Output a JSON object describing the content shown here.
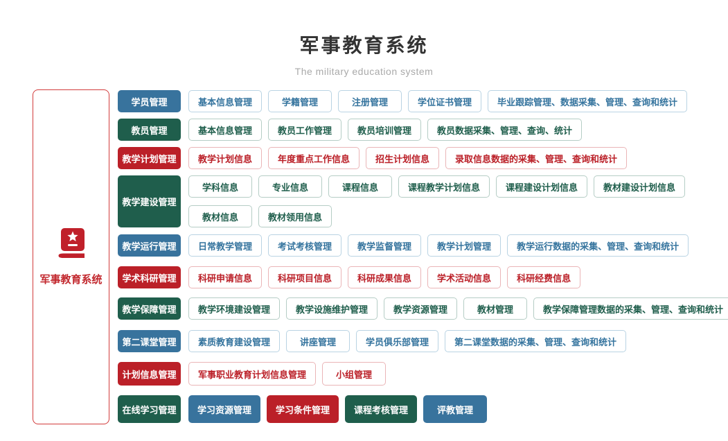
{
  "page": {
    "title": "军事教育系统",
    "subtitle": "The military education system"
  },
  "sidebar": {
    "label": "军事教育系统",
    "icon": "book-star-icon"
  },
  "colors": {
    "brand_red": "#c0202a",
    "blue": {
      "fill": "#38739d",
      "border": "#b9d3e3",
      "text": "#35749e"
    },
    "green": {
      "fill": "#1f5e4c",
      "border": "#b5cdc5",
      "text": "#1f5e4c"
    },
    "red": {
      "fill": "#bb2028",
      "border": "#eab5b7",
      "text": "#bb2028"
    }
  },
  "rows": [
    {
      "id": "student-management",
      "category": "学员管理",
      "color": "blue",
      "lines": [
        [
          "基本信息管理",
          "学籍管理",
          "注册管理",
          "学位证书管理",
          "毕业跟踪管理、数据采集、管理、查询和统计"
        ]
      ]
    },
    {
      "id": "faculty-management",
      "category": "教员管理",
      "color": "green",
      "lines": [
        [
          "基本信息管理",
          "教员工作管理",
          "教员培训管理",
          "教员数据采集、管理、查询、统计"
        ]
      ]
    },
    {
      "id": "teaching-plan-management",
      "category": "教学计划管理",
      "color": "red",
      "lines": [
        [
          "教学计划信息",
          "年度重点工作信息",
          "招生计划信息",
          "录取信息数据的采集、管理、查询和统计"
        ]
      ]
    },
    {
      "id": "teaching-construction-management",
      "category": "教学建设管理",
      "color": "green",
      "lines": [
        [
          "学科信息",
          "专业信息",
          "课程信息",
          "课程教学计划信息",
          "课程建设计划信息",
          "教材建设计划信息"
        ],
        [
          "教材信息",
          "教材领用信息"
        ]
      ]
    },
    {
      "id": "teaching-operation-management",
      "category": "教学运行管理",
      "color": "blue",
      "lines": [
        [
          "日常教学管理",
          "考试考核管理",
          "教学监督管理",
          "教学计划管理",
          "教学运行数据的采集、管理、查询和统计"
        ]
      ]
    },
    {
      "id": "academic-research-management",
      "category": "学术科研管理",
      "color": "red",
      "lines": [
        [
          "科研申请信息",
          "科研项目信息",
          "科研成果信息",
          "学术活动信息",
          "科研经费信息"
        ]
      ]
    },
    {
      "id": "teaching-support-management",
      "category": "教学保障管理",
      "color": "green",
      "lines": [
        [
          "教学环境建设管理",
          "教学设施维护管理",
          "教学资源管理",
          "教材管理",
          "教学保障管理数据的采集、管理、查询和统计"
        ]
      ]
    },
    {
      "id": "second-classroom-management",
      "category": "第二课堂管理",
      "color": "blue",
      "lines": [
        [
          "素质教育建设管理",
          "讲座管理",
          "学员俱乐部管理",
          "第二课堂数据的采集、管理、查询和统计"
        ]
      ]
    },
    {
      "id": "plan-info-management",
      "category": "计划信息管理",
      "color": "red",
      "lines": [
        [
          "军事职业教育计划信息管理",
          "小组管理"
        ]
      ]
    },
    {
      "id": "online-learning-management",
      "category": "在线学习管理",
      "color": "green",
      "lines": [
        [
          {
            "label": "学习资源管理",
            "color": "blue",
            "filled": true
          },
          {
            "label": "学习条件管理",
            "color": "red",
            "filled": true
          },
          {
            "label": "课程考核管理",
            "color": "green",
            "filled": true
          },
          {
            "label": "评教管理",
            "color": "blue",
            "filled": true
          }
        ]
      ]
    }
  ]
}
